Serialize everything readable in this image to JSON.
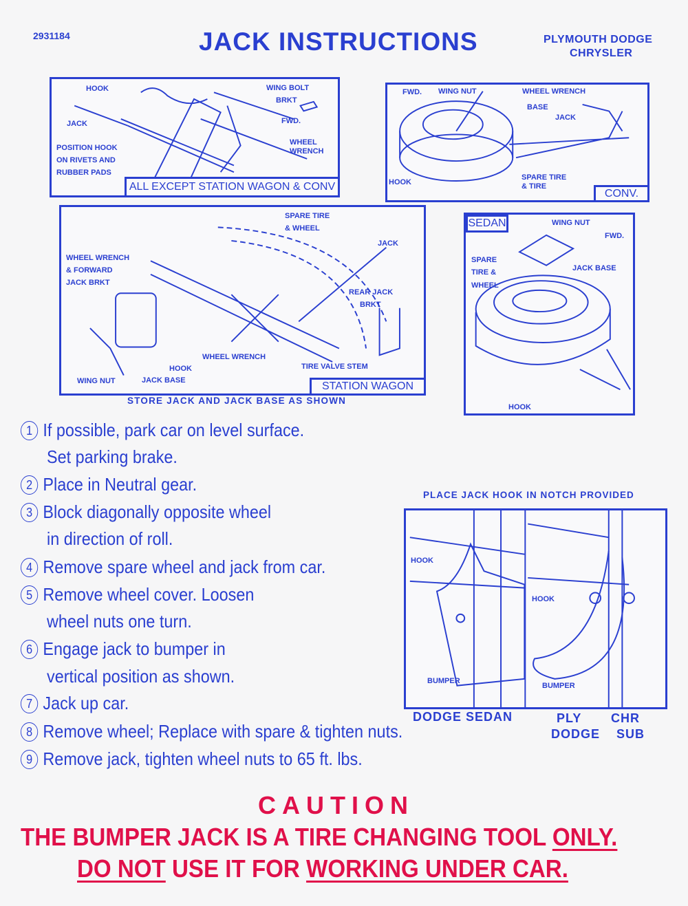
{
  "header": {
    "part_number": "2931184",
    "title": "JACK INSTRUCTIONS",
    "brands_line1": "PLYMOUTH DODGE",
    "brands_line2": "CHRYSLER"
  },
  "diagram_all_except": {
    "caption": "ALL EXCEPT STATION WAGON & CONV",
    "labels": [
      "HOOK",
      "WING BOLT",
      "BRKT",
      "FWD.",
      "JACK",
      "WHEEL",
      "WRENCH",
      "POSITION HOOK",
      "ON RIVETS AND",
      "RUBBER PADS"
    ]
  },
  "diagram_conv": {
    "caption": "CONV.",
    "labels": [
      "FWD.",
      "WING NUT",
      "WHEEL WRENCH",
      "BASE",
      "JACK",
      "HOOK",
      "SPARE TIRE",
      "& TIRE"
    ]
  },
  "diagram_wagon": {
    "caption": "STATION WAGON",
    "labels": [
      "SPARE TIRE",
      "& WHEEL",
      "JACK",
      "WHEEL WRENCH",
      "& FORWARD",
      "JACK BRKT",
      "REAR JACK",
      "BRKT",
      "WHEEL WRENCH",
      "HOOK",
      "TIRE VALVE STEM",
      "WING NUT",
      "JACK BASE"
    ],
    "note": "STORE JACK AND JACK BASE AS SHOWN"
  },
  "diagram_sedan": {
    "caption": "SEDAN",
    "labels": [
      "WING NUT",
      "FWD.",
      "SPARE",
      "TIRE &",
      "WHEEL",
      "JACK BASE",
      "HOOK"
    ]
  },
  "diagram_hook": {
    "note": "PLACE JACK HOOK IN NOTCH PROVIDED",
    "labels": [
      "HOOK",
      "BUMPER",
      "HOOK",
      "BUMPER"
    ],
    "caption_left": "DODGE SEDAN",
    "caption_mid1": "PLY",
    "caption_mid2": "DODGE",
    "caption_right1": "CHR",
    "caption_right2": "SUB"
  },
  "steps": [
    {
      "num": "1",
      "lines": [
        "If possible, park car on level surface.",
        "Set parking brake."
      ]
    },
    {
      "num": "2",
      "lines": [
        "Place in Neutral gear."
      ]
    },
    {
      "num": "3",
      "lines": [
        "Block diagonally opposite wheel",
        "in direction of roll."
      ]
    },
    {
      "num": "4",
      "lines": [
        "Remove spare wheel and jack from car."
      ]
    },
    {
      "num": "5",
      "lines": [
        "Remove wheel cover.  Loosen",
        "wheel nuts one turn."
      ]
    },
    {
      "num": "6",
      "lines": [
        "Engage jack to bumper in",
        "vertical position as shown."
      ]
    },
    {
      "num": "7",
      "lines": [
        "Jack up car."
      ]
    },
    {
      "num": "8",
      "lines": [
        "Remove wheel;  Replace with spare  &  tighten nuts."
      ]
    },
    {
      "num": "9",
      "lines": [
        "Remove jack,  tighten wheel nuts to 65 ft. lbs."
      ]
    }
  ],
  "caution": {
    "heading": "CAUTION",
    "line1_a": "THE BUMPER JACK IS A TIRE CHANGING TOOL ",
    "line1_b": "ONLY.",
    "line2_a": "DO NOT",
    "line2_b": " USE IT FOR ",
    "line2_c": "WORKING UNDER CAR."
  },
  "colors": {
    "ink_blue": "#2a3fd0",
    "caution_red": "#e0104a",
    "paper": "#f6f6f7"
  }
}
